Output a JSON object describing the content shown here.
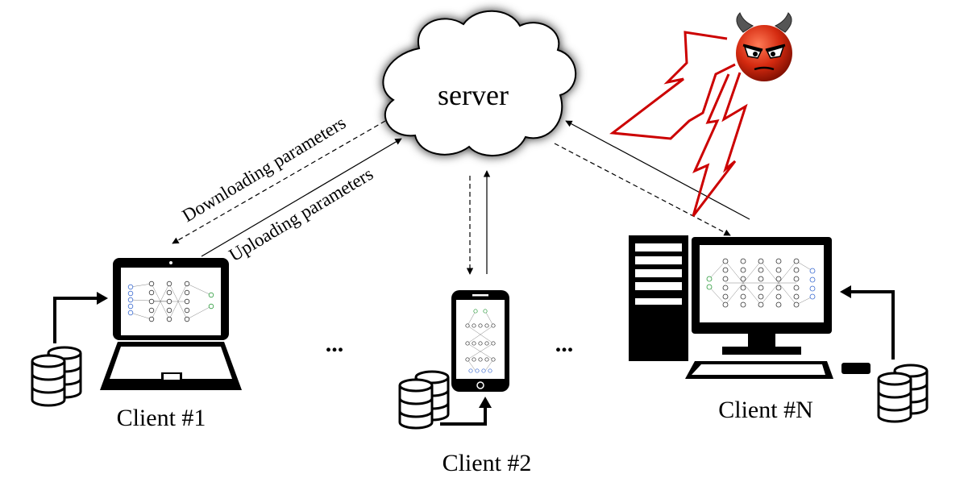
{
  "server": {
    "label": "server"
  },
  "clients": [
    {
      "label": "Client #1"
    },
    {
      "label": "Client #2"
    },
    {
      "label": "Client #N"
    }
  ],
  "flows": {
    "download_label": "Downloading parameters",
    "upload_label": "Uploading parameters"
  },
  "ellipsis": "...",
  "colors": {
    "attack": "#cc0000",
    "attacker_face": "#d42a10",
    "stroke": "#000000",
    "background": "#ffffff"
  },
  "icons": {
    "attacker": "devil-face-icon",
    "laptop": "laptop-icon",
    "phone": "smartphone-icon",
    "desktop": "desktop-computer-icon",
    "database": "database-icon"
  }
}
